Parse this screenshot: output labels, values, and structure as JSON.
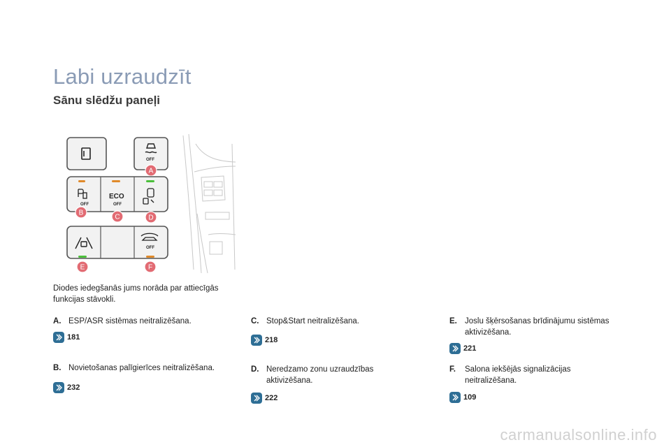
{
  "page": {
    "title": "Labi uzraudzīt",
    "subtitle": "Sānu slēdžu paneļi"
  },
  "figure": {
    "labels": [
      "A",
      "B",
      "C",
      "D",
      "E",
      "F"
    ],
    "eco_label": "ECO",
    "off_label": "OFF"
  },
  "intro": "Diodes iedegšanās jums norāda par attiecīgās funkcijas stāvokli.",
  "items": [
    {
      "letter": "A.",
      "text": "ESP/ASR sistēmas neitralizēšana.",
      "ref": "181"
    },
    {
      "letter": "B.",
      "text": "Novietošanas palīgierīces neitralizēšana.",
      "ref": "232"
    },
    {
      "letter": "C.",
      "text": "Stop&Start neitralizēšana.",
      "ref": "218"
    },
    {
      "letter": "D.",
      "text": "Neredzamo zonu uzraudzības aktivizēšana.",
      "ref": "222"
    },
    {
      "letter": "E.",
      "text": "Joslu šķērsošanas brīdinājumu sistēmas aktivizēšana.",
      "ref": "221"
    },
    {
      "letter": "F.",
      "text": "Salona iekšējās signalizācijas neitralizēšana.",
      "ref": "109"
    }
  ],
  "colors": {
    "title": "#8a9bb5",
    "marker": "#e26b73",
    "led_orange": "#e08a2a",
    "led_green": "#4bbf3a",
    "ref_badge": "#2e6e95"
  },
  "icons": [
    "ref-arrow-icon"
  ],
  "watermark": "carmanualsonline.info"
}
